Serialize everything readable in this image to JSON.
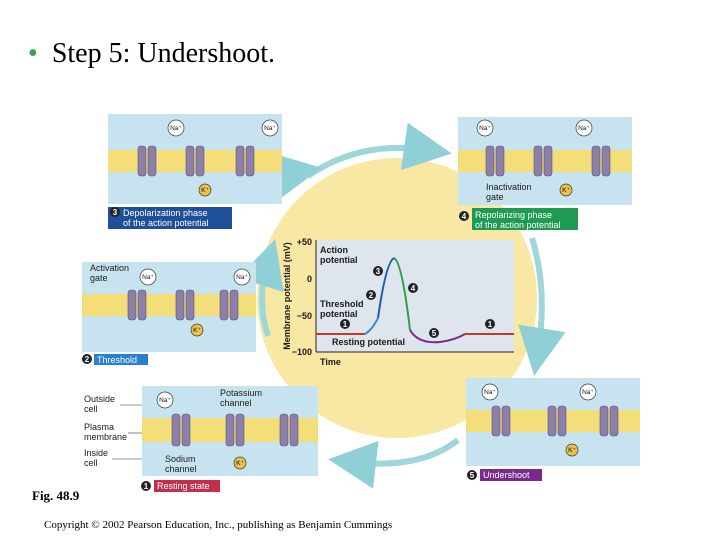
{
  "slide": {
    "bullet": "•",
    "title": "Step 5: Undershoot."
  },
  "figure_label": "Fig. 48.9",
  "copyright": "Copyright © 2002 Pearson Education, Inc., publishing as Benjamin Cummings",
  "ions": {
    "sodium": "Na⁺",
    "potassium": "K⁺"
  },
  "stages": [
    {
      "number": "1",
      "label": "Resting state"
    },
    {
      "number": "2",
      "label": "Threshold"
    },
    {
      "number": "3",
      "label_line1": "Depolarization phase",
      "label_line2": "of the action potential"
    },
    {
      "number": "4",
      "label_line1": "Repolarizing phase",
      "label_line2": "of the action potential"
    },
    {
      "number": "5",
      "label": "Undershoot"
    }
  ],
  "membrane_labels": {
    "outside_1": "Outside",
    "outside_2": "cell",
    "plasma_1": "Plasma",
    "plasma_2": "membrane",
    "inside_1": "Inside",
    "inside_2": "cell",
    "potassium_channel_1": "Potassium",
    "potassium_channel_2": "channel",
    "sodium_channel_1": "Sodium",
    "sodium_channel_2": "channel",
    "activation_gate_1": "Activation",
    "activation_gate_2": "gate",
    "inactivation_gate_1": "Inactivation",
    "inactivation_gate_2": "gate"
  },
  "graph": {
    "ylabel": "Membrane potential (mV)",
    "xlabel": "Time",
    "yticks": [
      "+50",
      "0",
      "−50",
      "−100"
    ],
    "annotations": {
      "action_1": "Action",
      "action_2": "potential",
      "threshold_1": "Threshold",
      "threshold_2": "potential",
      "resting": "Resting potential"
    },
    "colors": {
      "resting": "#c0392b",
      "threshold": "#3a8fd1",
      "depolarization": "#1c5fa8",
      "repolarization": "#2e9e4a",
      "undershoot": "#7a2a8c"
    }
  }
}
